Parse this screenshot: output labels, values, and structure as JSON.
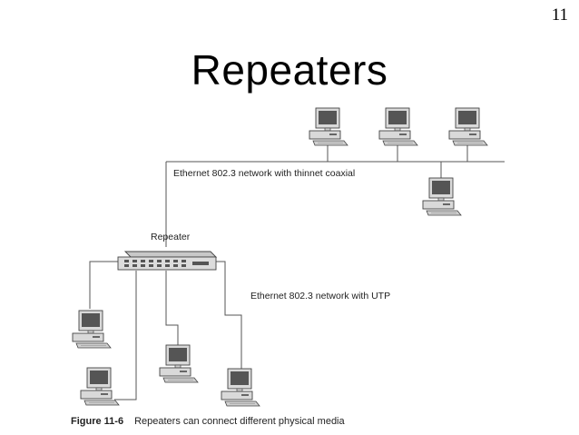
{
  "slide": {
    "number": "11",
    "title": "Repeaters"
  },
  "diagram": {
    "labels": {
      "coax_network": "Ethernet 802.3 network with thinnet coaxial",
      "repeater": "Repeater",
      "utp_network": "Ethernet 802.3 network with UTP"
    },
    "caption": {
      "figure": "Figure 11-6",
      "text": "Repeaters can connect different physical media"
    },
    "icons": [
      "computer-icon",
      "repeater-hub-icon"
    ],
    "colors": {
      "line": "#555555",
      "device_body": "#d9d9d9",
      "screen": "#555555"
    }
  }
}
